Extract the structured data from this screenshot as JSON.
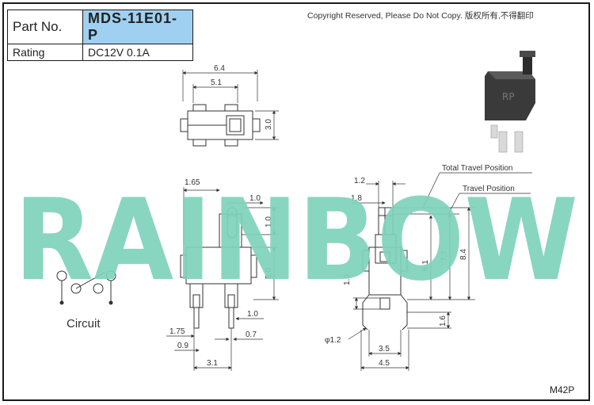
{
  "header": {
    "part_no_label": "Part No.",
    "part_no_value": "MDS-11E01-P",
    "rating_label": "Rating",
    "rating_value": "DC12V 0.1A",
    "copyright": "Copyright Reserved, Please Do Not Copy. 版权所有,不得翻印",
    "accent_color": "#9fd0f2"
  },
  "watermark": {
    "text": "RAINBOW",
    "color": "#7fd3bb"
  },
  "photo_label": "RP",
  "top_view": {
    "dims": [
      "6.4",
      "5.1",
      "3.0"
    ]
  },
  "front_view": {
    "dims": [
      "1.65",
      "1.0",
      "1.0",
      "5.0",
      "1.0",
      "1.75",
      "0.9",
      "0.7",
      "3.1"
    ]
  },
  "side_view": {
    "dims": [
      "1.2",
      "1.8",
      "6.1",
      "7.7",
      "8.4",
      "1.0",
      "1.6",
      "φ1.2",
      "3.5",
      "4.5"
    ],
    "callouts": [
      "Total Travel Position",
      "Travel Position"
    ]
  },
  "circuit_label": "Circuit",
  "drawing_code": "M42P"
}
